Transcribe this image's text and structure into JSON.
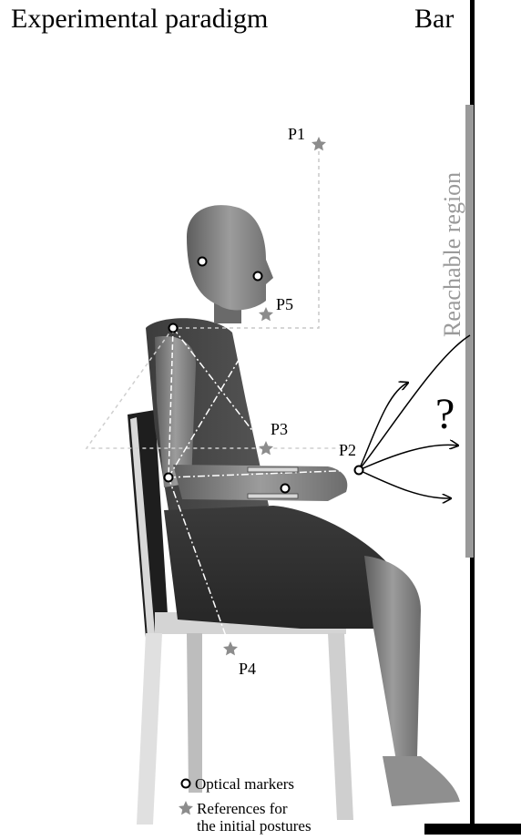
{
  "title": "Experimental paradigm",
  "bar_label": "Bar",
  "reachable_region_label": "Reachable region",
  "question_mark": "?",
  "points": [
    {
      "label": "P1"
    },
    {
      "label": "P2"
    },
    {
      "label": "P3"
    },
    {
      "label": "P4"
    },
    {
      "label": "P5"
    }
  ],
  "legend": {
    "markers_label": "Optical markers",
    "references_line1": "References for",
    "references_line2": "the initial postures"
  },
  "colors": {
    "bar": "#000000",
    "reachable_region": "#9a9a9a",
    "reference_star": "#8c8c8c",
    "body_skin": "#8a8a8a",
    "chair": "#cfcfcf"
  }
}
